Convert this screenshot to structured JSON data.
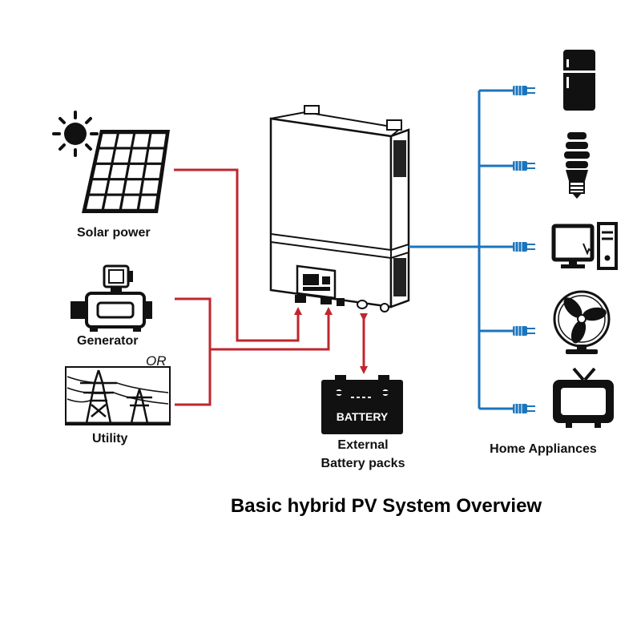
{
  "title": "Basic hybrid PV System Overview",
  "sources": {
    "solar": "Solar power",
    "generator": "Generator",
    "or": "OR",
    "utility": "Utility"
  },
  "battery": {
    "label": "BATTERY",
    "caption_line1": "External",
    "caption_line2": "Battery packs"
  },
  "loads": {
    "caption": "Home Appliances",
    "items": [
      "refrigerator-icon",
      "cfl-bulb-icon",
      "computer-icon",
      "fan-icon",
      "television-icon"
    ]
  },
  "colors": {
    "ac_input_wire": "#c0262e",
    "load_wire": "#1b74bd",
    "battery_arrow": "#c0262e"
  }
}
